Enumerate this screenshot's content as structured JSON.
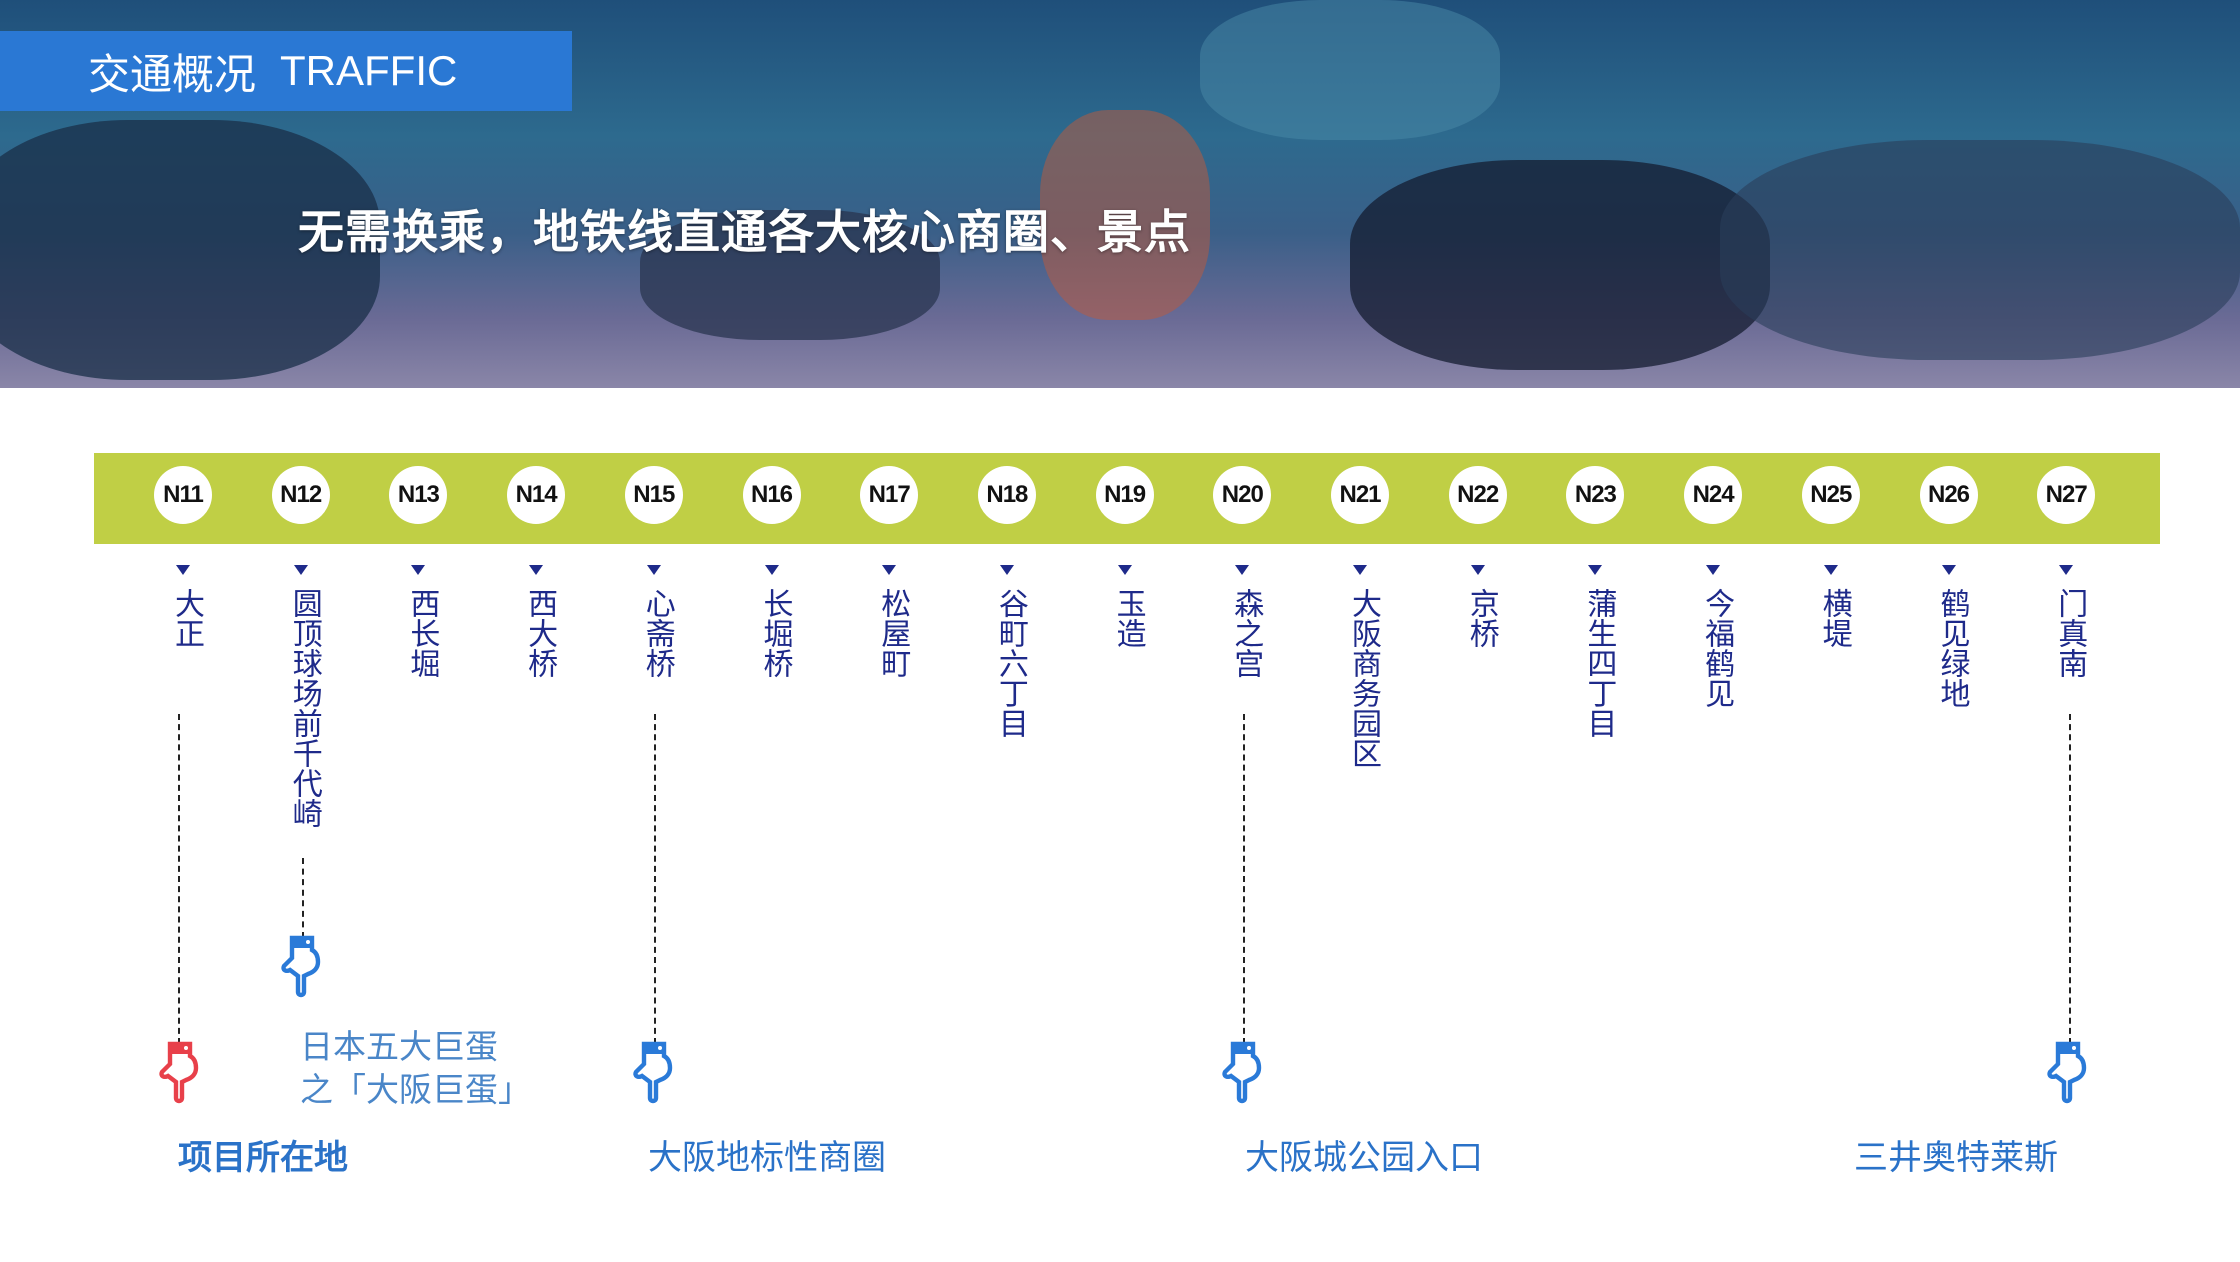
{
  "header": {
    "title": "交通概况",
    "title_en": "TRAFFIC",
    "subtitle": "无需换乘，地铁线直通各大核心商圈、景点"
  },
  "colors": {
    "line": "#c0cf45",
    "title_bg": "#2a78d4",
    "station_text": "#1e2a8a",
    "label": "#2a72c8",
    "project_marker": "#e8404a"
  },
  "stations": [
    {
      "code": "N11",
      "name": "大正"
    },
    {
      "code": "N12",
      "name": "圆顶球场前千代崎"
    },
    {
      "code": "N13",
      "name": "西长堀"
    },
    {
      "code": "N14",
      "name": "西大桥"
    },
    {
      "code": "N15",
      "name": "心斋桥"
    },
    {
      "code": "N16",
      "name": "长堀桥"
    },
    {
      "code": "N17",
      "name": "松屋町"
    },
    {
      "code": "N18",
      "name": "谷町六丁目"
    },
    {
      "code": "N19",
      "name": "玉造"
    },
    {
      "code": "N20",
      "name": "森之宫"
    },
    {
      "code": "N21",
      "name": "大阪商务园区"
    },
    {
      "code": "N22",
      "name": "京桥"
    },
    {
      "code": "N23",
      "name": "蒲生四丁目"
    },
    {
      "code": "N24",
      "name": "今福鹤见"
    },
    {
      "code": "N25",
      "name": "横堤"
    },
    {
      "code": "N26",
      "name": "鹤见绿地"
    },
    {
      "code": "N27",
      "name": "门真南"
    }
  ],
  "callouts": {
    "project": "项目所在地",
    "dome_line1": "日本五大巨蛋",
    "dome_line2": "之「大阪巨蛋」",
    "shinsaibashi": "大阪地标性商圈",
    "castle": "大阪城公园入口",
    "outlet": "三井奥特莱斯"
  }
}
